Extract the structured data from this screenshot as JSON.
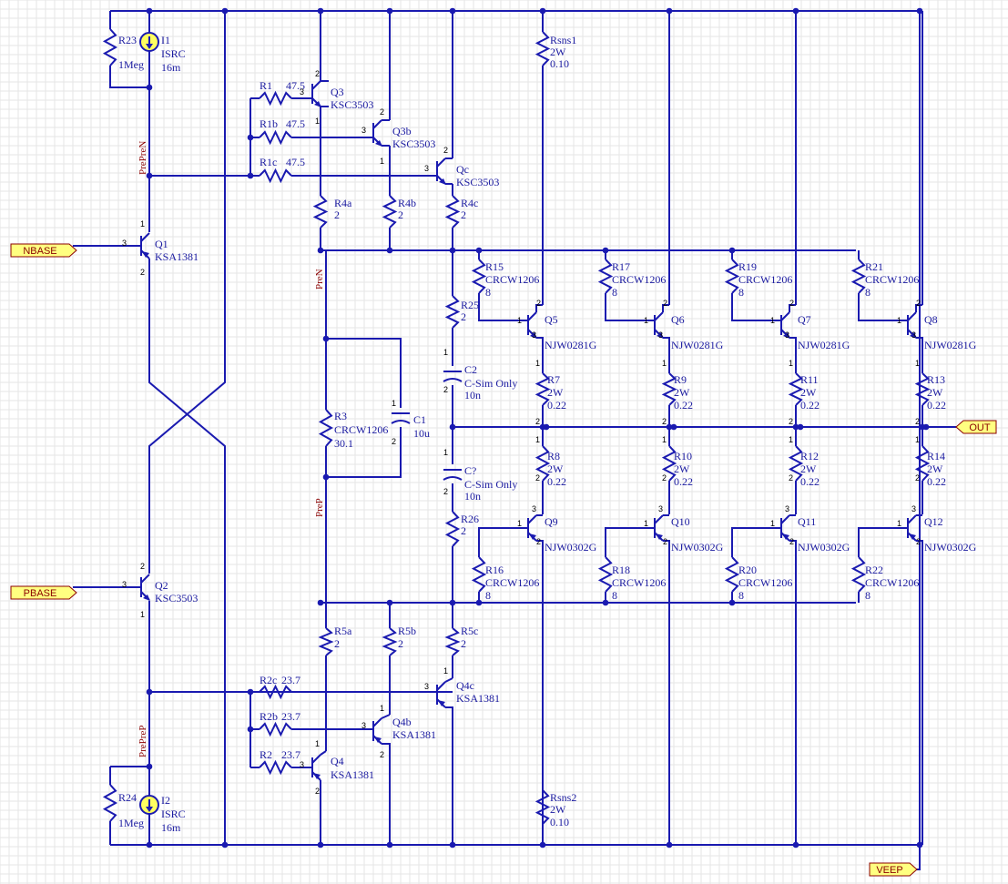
{
  "colors": {
    "wire": "#1a1ab0",
    "net_label": "#8b0000",
    "port_fill": "#ffff80",
    "grid": "#e6e6e6"
  },
  "ports": {
    "nbase": "NBASE",
    "pbase": "PBASE",
    "out": "OUT",
    "veep": "VEEP"
  },
  "nets": {
    "prepren": "PrePreN",
    "pren": "PreN",
    "prep": "PreP",
    "preprep": "PrePreP"
  },
  "sources": {
    "i1": {
      "ref": "I1",
      "type": "ISRC",
      "value": "16m"
    },
    "i2": {
      "ref": "I2",
      "type": "ISRC",
      "value": "16m"
    }
  },
  "resistors": {
    "r23": {
      "ref": "R23",
      "value": "1Meg"
    },
    "r24": {
      "ref": "R24",
      "value": "1Meg"
    },
    "r1": {
      "ref": "R1",
      "value": "47.5"
    },
    "r1b": {
      "ref": "R1b",
      "value": "47.5"
    },
    "r1c": {
      "ref": "R1c",
      "value": "47.5"
    },
    "r2": {
      "ref": "R2",
      "value": "23.7"
    },
    "r2b": {
      "ref": "R2b",
      "value": "23.7"
    },
    "r2c": {
      "ref": "R2c",
      "value": "23.7"
    },
    "r4a": {
      "ref": "R4a",
      "value": "2"
    },
    "r4b": {
      "ref": "R4b",
      "value": "2"
    },
    "r4c": {
      "ref": "R4c",
      "value": "2"
    },
    "r5a": {
      "ref": "R5a",
      "value": "2"
    },
    "r5b": {
      "ref": "R5b",
      "value": "2"
    },
    "r5c": {
      "ref": "R5c",
      "value": "2"
    },
    "r3": {
      "ref": "R3",
      "part": "CRCW1206",
      "value": "30.1"
    },
    "r25": {
      "ref": "R25",
      "value": "2"
    },
    "r26": {
      "ref": "R26",
      "value": "2"
    },
    "rsns1": {
      "ref": "Rsns1",
      "power": "2W",
      "value": "0.10"
    },
    "rsns2": {
      "ref": "Rsns2",
      "power": "2W",
      "value": "0.10"
    },
    "upper_base": [
      {
        "ref": "R15",
        "part": "CRCW1206",
        "value": "8"
      },
      {
        "ref": "R17",
        "part": "CRCW1206",
        "value": "8"
      },
      {
        "ref": "R19",
        "part": "CRCW1206",
        "value": "8"
      },
      {
        "ref": "R21",
        "part": "CRCW1206",
        "value": "8"
      }
    ],
    "upper_emitter": [
      {
        "ref": "R7",
        "power": "2W",
        "value": "0.22"
      },
      {
        "ref": "R9",
        "power": "2W",
        "value": "0.22"
      },
      {
        "ref": "R11",
        "power": "2W",
        "value": "0.22"
      },
      {
        "ref": "R13",
        "power": "2W",
        "value": "0.22"
      }
    ],
    "lower_emitter": [
      {
        "ref": "R8",
        "power": "2W",
        "value": "0.22"
      },
      {
        "ref": "R10",
        "power": "2W",
        "value": "0.22"
      },
      {
        "ref": "R12",
        "power": "2W",
        "value": "0.22"
      },
      {
        "ref": "R14",
        "power": "2W",
        "value": "0.22"
      }
    ],
    "lower_base": [
      {
        "ref": "R16",
        "part": "CRCW1206",
        "value": "8"
      },
      {
        "ref": "R18",
        "part": "CRCW1206",
        "value": "8"
      },
      {
        "ref": "R20",
        "part": "CRCW1206",
        "value": "8"
      },
      {
        "ref": "R22",
        "part": "CRCW1206",
        "value": "8"
      }
    ]
  },
  "capacitors": {
    "c1": {
      "ref": "C1",
      "value": "10u"
    },
    "c2": {
      "ref": "C2",
      "note": "C-Sim Only",
      "value": "10n"
    },
    "cq": {
      "ref": "C?",
      "note": "C-Sim Only",
      "value": "10n"
    }
  },
  "transistors": {
    "q1": {
      "ref": "Q1",
      "part": "KSA1381"
    },
    "q2": {
      "ref": "Q2",
      "part": "KSC3503"
    },
    "q3": {
      "ref": "Q3",
      "part": "KSC3503"
    },
    "q3b": {
      "ref": "Q3b",
      "part": "KSC3503"
    },
    "qc": {
      "ref": "Qc",
      "part": "KSC3503"
    },
    "q4": {
      "ref": "Q4",
      "part": "KSA1381"
    },
    "q4b": {
      "ref": "Q4b",
      "part": "KSA1381"
    },
    "q4c": {
      "ref": "Q4c",
      "part": "KSA1381"
    },
    "upper_out": [
      {
        "ref": "Q5",
        "part": "NJW0281G"
      },
      {
        "ref": "Q6",
        "part": "NJW0281G"
      },
      {
        "ref": "Q7",
        "part": "NJW0281G"
      },
      {
        "ref": "Q8",
        "part": "NJW0281G"
      }
    ],
    "lower_out": [
      {
        "ref": "Q9",
        "part": "NJW0302G"
      },
      {
        "ref": "Q10",
        "part": "NJW0302G"
      },
      {
        "ref": "Q11",
        "part": "NJW0302G"
      },
      {
        "ref": "Q12",
        "part": "NJW0302G"
      }
    ]
  },
  "pin_numbers": {
    "one": "1",
    "two": "2",
    "three": "3"
  }
}
